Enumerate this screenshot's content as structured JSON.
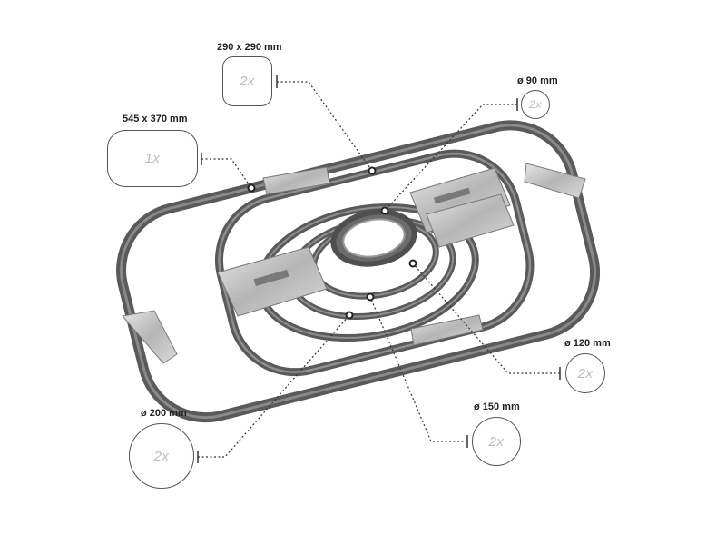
{
  "callouts": [
    {
      "id": "hoop-545x370",
      "label": "545 x 370 mm",
      "quantity": "1x"
    },
    {
      "id": "hoop-290x290",
      "label": "290 x 290 mm",
      "quantity": "2x"
    },
    {
      "id": "hoop-90",
      "label": "ø 90 mm",
      "quantity": "2x"
    },
    {
      "id": "hoop-120",
      "label": "ø 120 mm",
      "quantity": "2x"
    },
    {
      "id": "hoop-150",
      "label": "ø 150 mm",
      "quantity": "2x"
    },
    {
      "id": "hoop-200",
      "label": "ø 200 mm",
      "quantity": "2x"
    }
  ],
  "colors": {
    "hoop_frame": "#5a5a5a",
    "hoop_inner": "#8a8a8a",
    "bracket_metal": "#c8c8c8",
    "leader_line": "#333333",
    "quantity_text": "#bdbdbd"
  }
}
